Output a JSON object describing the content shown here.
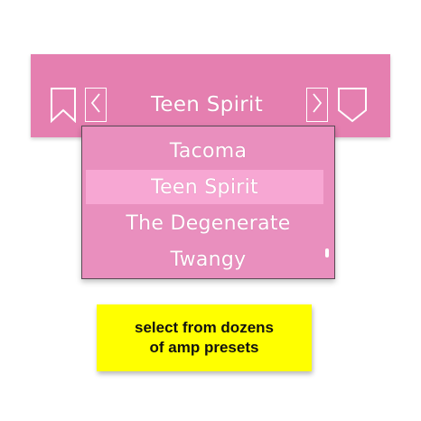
{
  "colors": {
    "bar": "#e57fb0",
    "dropdown": "#e98fbe",
    "selected_row": "#f7a7d3",
    "text": "#ffffff",
    "note": "#ffff00"
  },
  "icons": {
    "bookmark": "bookmark-icon",
    "prev": "chevron-left-icon",
    "next": "chevron-right-icon",
    "save": "save-shield-icon"
  },
  "preset_bar": {
    "current": "Teen Spirit"
  },
  "dropdown": {
    "items": [
      {
        "label": "Tacoma"
      },
      {
        "label": "Teen Spirit"
      },
      {
        "label": "The Degenerate"
      },
      {
        "label": "Twangy"
      }
    ],
    "selected_index": 1
  },
  "note": {
    "line1": "select from dozens",
    "line2": "of amp presets"
  }
}
